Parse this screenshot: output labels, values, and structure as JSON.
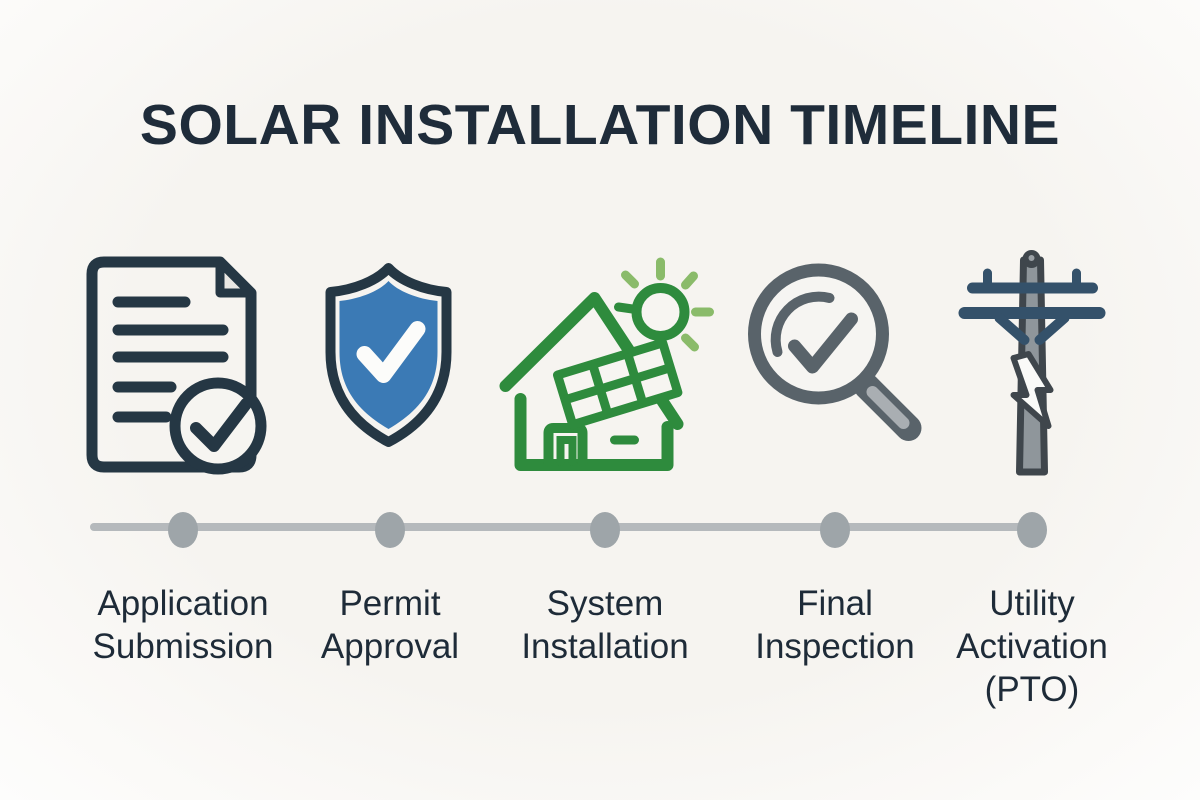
{
  "title": "SOLAR INSTALLATION TIMELINE",
  "steps": [
    {
      "label": "Application Submission",
      "lines": [
        "Application",
        "Submission"
      ],
      "icon": "document-check-icon"
    },
    {
      "label": "Permit Approval",
      "lines": [
        "Permit",
        "Approval"
      ],
      "icon": "shield-check-icon"
    },
    {
      "label": "System Installation",
      "lines": [
        "System",
        "Installation"
      ],
      "icon": "solar-house-sun-icon"
    },
    {
      "label": "Final Inspection",
      "lines": [
        "Final",
        "Inspection"
      ],
      "icon": "magnifier-check-icon"
    },
    {
      "label": "Utility Activation (PTO)",
      "lines": [
        "Utility",
        "Activation",
        "(PTO)"
      ],
      "icon": "utility-pole-icon"
    }
  ],
  "colors": {
    "background": "#f6f4f0",
    "title_text": "#1f2c3a",
    "label_text": "#1e2b38",
    "icon_navy": "#253744",
    "shield_blue": "#3b7ab5",
    "check_white": "#fcfcfa",
    "house_green": "#2e8b3d",
    "sun_ray_light_green": "#8abb6a",
    "magnifier_gray": "#59636a",
    "magnifier_handle_gray": "#a9aeb2",
    "pole_crossarm_navy": "#34516a",
    "pole_gray": "#8f969b",
    "pole_outline_charcoal": "#3f464c",
    "bolt_white": "#fafaf8",
    "timeline_line_gray": "#b5b9bc",
    "timeline_dot_gray": "#9ea5a9"
  }
}
